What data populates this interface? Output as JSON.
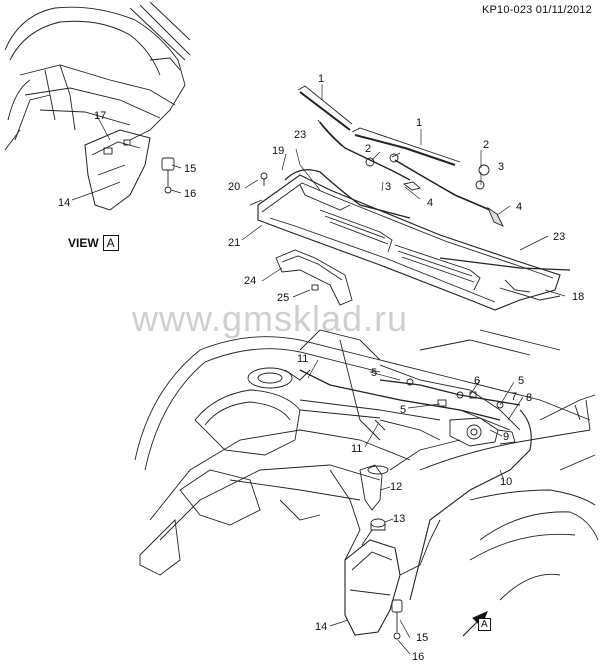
{
  "header": {
    "doc_id": "KP10-023 01/11/2012"
  },
  "watermark": "www.gmsklad.ru",
  "view": {
    "label": "VIEW",
    "letter": "A"
  },
  "view_arrow": {
    "letter": "A"
  },
  "callouts": {
    "c1a": "1",
    "c1b": "1",
    "c2a": "2",
    "c2b": "2",
    "c3a": "3",
    "c3b": "3",
    "c4a": "4",
    "c4b": "4",
    "c5a": "5",
    "c5b": "5",
    "c5c": "5",
    "c6": "6",
    "c7": "7",
    "c8": "8",
    "c9": "9",
    "c10": "10",
    "c11a": "11",
    "c11b": "11",
    "c12": "12",
    "c13": "13",
    "c14a": "14",
    "c14b": "14",
    "c15a": "15",
    "c15b": "15",
    "c16a": "16",
    "c16b": "16",
    "c17": "17",
    "c18": "18",
    "c19": "19",
    "c20": "20",
    "c21": "21",
    "c23a": "23",
    "c23b": "23",
    "c24": "24",
    "c25": "25"
  }
}
